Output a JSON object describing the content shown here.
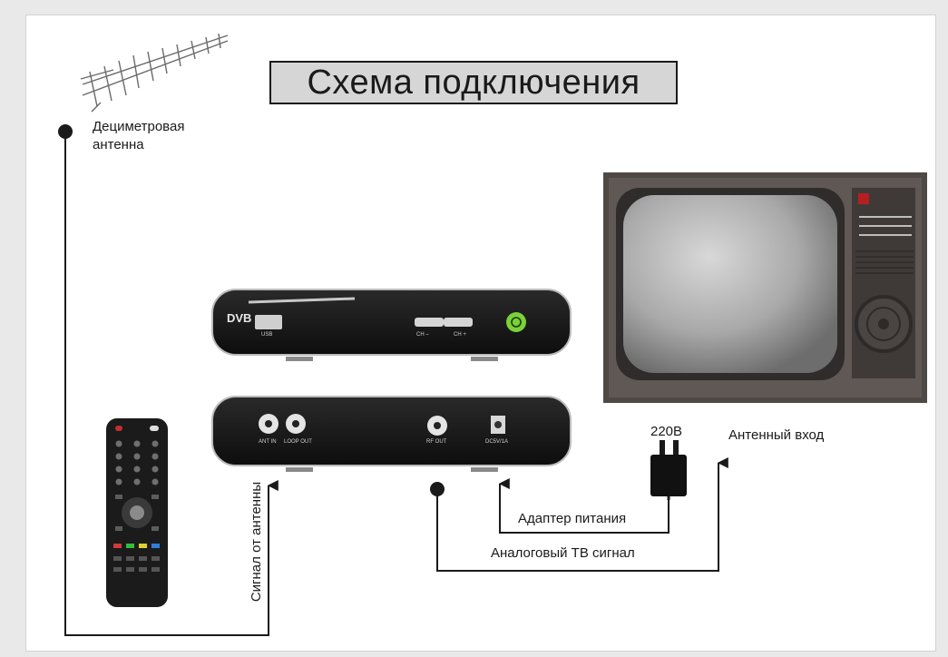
{
  "title": "Схема подключения",
  "labels": {
    "decimeter_antenna": "Дециметровая антенна",
    "voltage": "220В",
    "antenna_input": "Антенный вход",
    "power_adapter": "Адаптер питания",
    "analog_tv_signal": "Аналоговый ТВ сигнал",
    "signal_from_antenna": "Сигнал от антенны"
  },
  "device_front": {
    "logo": "DVB",
    "usb_label": "USB",
    "ch_minus": "CH –",
    "ch_plus": "CH +"
  },
  "device_rear": {
    "ant_in": "ANT IN",
    "loop_out": "LOOP OUT",
    "rf_out": "RF OUT",
    "power_in": "DC5V/1A"
  },
  "colors": {
    "line": "#1a1a1a",
    "title_bg": "#d6d6d6",
    "power_button": "#7bd13a",
    "tv_body": "#5a5350"
  }
}
